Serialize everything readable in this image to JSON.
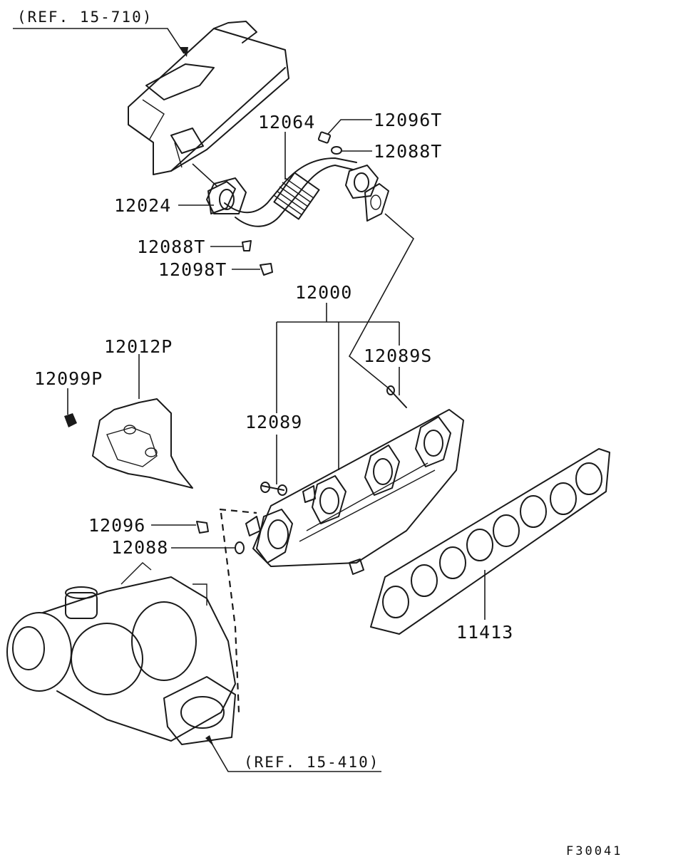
{
  "references": {
    "top_ref": "(REF. 15-710)",
    "bottom_ref": "(REF. 15-410)"
  },
  "part_numbers": {
    "p12064": "12064",
    "p12096T": "12096T",
    "p12088T_upper": "12088T",
    "p12024": "12024",
    "p12088T_lower": "12088T",
    "p12098T": "12098T",
    "p12000": "12000",
    "p12012P": "12012P",
    "p12099P": "12099P",
    "p12089S": "12089S",
    "p12089": "12089",
    "p12096": "12096",
    "p12088": "12088",
    "p11413": "11413"
  },
  "figure_code": "F30041"
}
